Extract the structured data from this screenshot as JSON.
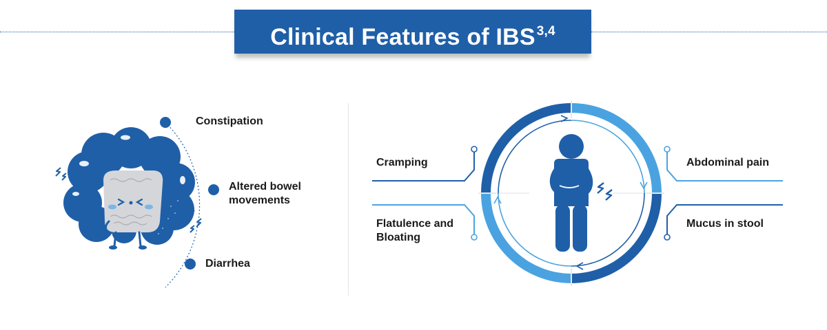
{
  "header": {
    "title": "Clinical Features of IBS",
    "superscript": "3,4"
  },
  "left_panel": {
    "features": [
      "Constipation",
      "Altered bowel movements",
      "Diarrhea"
    ]
  },
  "right_panel": {
    "features": {
      "top_left": "Cramping",
      "bottom_left": "Flatulence and Bloating",
      "top_right": "Abdominal pain",
      "bottom_right": "Mucus in stool"
    }
  },
  "colors": {
    "dark_blue": "#1f5fa8",
    "light_blue": "#4aa3e0",
    "gray": "#cfd2d6"
  },
  "icons": [
    "intestine-character-icon",
    "lightning-bolt-icon",
    "person-holding-stomach-icon"
  ]
}
